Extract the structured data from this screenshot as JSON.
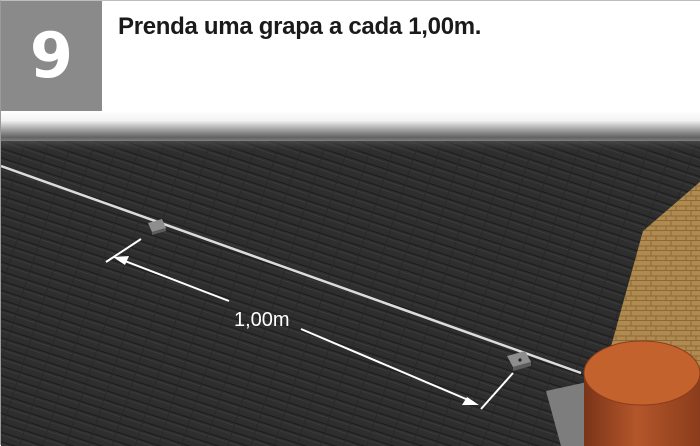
{
  "step": {
    "number": "9",
    "instruction": "Prenda uma grapa a cada 1,00m."
  },
  "illustration": {
    "measurement_label": "1,00m",
    "icon": "roof-illustration",
    "colors": {
      "roof": "#2e2e2e",
      "tile_lines": "#3d3d3d",
      "wire": "#d9d9d9",
      "chimney": "#a04a22",
      "brick_wall": "#b08a4e",
      "badge": "#8a8a8a"
    }
  }
}
